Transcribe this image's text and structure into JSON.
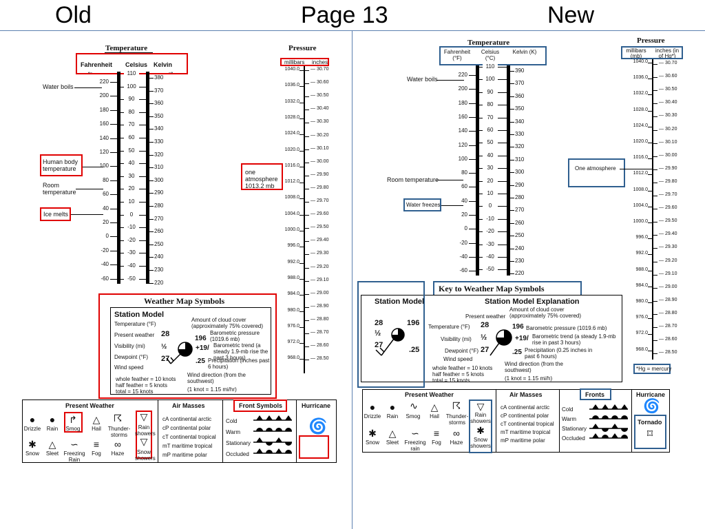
{
  "header": {
    "old": "Old",
    "page": "Page 13",
    "new": "New"
  },
  "old": {
    "temp_title": "Temperature",
    "temp_cols": [
      "Fahrenheit",
      "Celsius",
      "Kelvin"
    ],
    "annotations": {
      "water_boils": "Water boils",
      "body_temp": "Human body temperature",
      "room_temp": "Room temperature",
      "ice_melts": "Ice melts"
    },
    "fahrenheit": [
      "220",
      "200",
      "180",
      "160",
      "140",
      "120",
      "100",
      "80",
      "60",
      "40",
      "20",
      "0",
      "-20",
      "-40",
      "-60"
    ],
    "celsius": [
      "110",
      "100",
      "90",
      "80",
      "70",
      "60",
      "50",
      "40",
      "30",
      "20",
      "10",
      "0",
      "-10",
      "-20",
      "-30",
      "-40",
      "-50"
    ],
    "kelvin": [
      "380",
      "370",
      "360",
      "350",
      "340",
      "330",
      "320",
      "310",
      "300",
      "290",
      "280",
      "270",
      "260",
      "250",
      "240",
      "230",
      "220"
    ],
    "pressure_title": "Pressure",
    "pressure_cols": [
      "millibars",
      "inches"
    ],
    "millibars": [
      "1040.0",
      "1036.0",
      "1032.0",
      "1028.0",
      "1024.0",
      "1020.0",
      "1016.0",
      "1012.0",
      "1008.0",
      "1004.0",
      "1000.0",
      "996.0",
      "992.0",
      "988.0",
      "984.0",
      "980.0",
      "976.0",
      "972.0",
      "968.0"
    ],
    "inches": [
      "30.70",
      "30.60",
      "30.50",
      "30.40",
      "30.30",
      "30.20",
      "30.10",
      "30.00",
      "29.90",
      "29.80",
      "29.70",
      "29.60",
      "29.50",
      "29.40",
      "29.30",
      "29.20",
      "29.10",
      "29.00",
      "28.90",
      "28.80",
      "28.70",
      "28.60",
      "28.50"
    ],
    "atmosphere": "one atmosphere 1013.2 mb",
    "wms_title": "Weather Map Symbols",
    "station_model": "Station Model",
    "sm_left": [
      "Temperature (°F)",
      "Present weather",
      "Visibility (mi)",
      "Dewpoint (°F)",
      "Wind speed"
    ],
    "sm_vals": {
      "t": "28",
      "v": "½",
      "d": "27",
      "p": "196",
      "trend": "+19/",
      "precip": ".25"
    },
    "sm_right": [
      "Amount of cloud cover (approximately 75% covered)",
      "Barometric pressure (1019.6 mb)",
      "Barometric trend (a steady 1.9-mb rise the past 3 hours)",
      "Precipitation (inches past 6 hours)",
      "Wind direction (from the southwest)"
    ],
    "feathers": [
      "whole feather = 10 knots",
      "half feather = 5 knots",
      "total = 15 knots"
    ],
    "knot": "(1 knot = 1.15 mi/hr)",
    "present_weather": "Present Weather",
    "pw_items": [
      "Drizzle",
      "Rain",
      "Smog",
      "Hail",
      "Thunder-storms",
      "Rain showers",
      "Snow",
      "Sleet",
      "Freezing Rain",
      "Fog",
      "Haze",
      "Snow showers"
    ],
    "air_masses": "Air Masses",
    "am_items": [
      "cA  continental arctic",
      "cP  continental polar",
      "cT  continental tropical",
      "mT  maritime tropical",
      "mP  maritime polar"
    ],
    "fronts": "Front Symbols",
    "front_items": [
      "Cold",
      "Warm",
      "Stationary",
      "Occluded"
    ],
    "hurricane": "Hurricane"
  },
  "new": {
    "temp_title": "Temperature",
    "temp_cols": [
      "Fahrenheit (°F)",
      "Celsius (°C)",
      "Kelvin (K)"
    ],
    "annotations": {
      "water_boils": "Water boils",
      "room_temp": "Room temperature",
      "water_freezes": "Water freezes",
      "one_atm": "One atmosphere"
    },
    "fahrenheit": [
      "220",
      "200",
      "180",
      "160",
      "140",
      "120",
      "100",
      "80",
      "60",
      "40",
      "20",
      "0",
      "-20",
      "-40",
      "-60"
    ],
    "celsius": [
      "110",
      "100",
      "90",
      "80",
      "70",
      "60",
      "50",
      "40",
      "30",
      "20",
      "10",
      "0",
      "-10",
      "-20",
      "-30",
      "-40",
      "-50"
    ],
    "kelvin": [
      "390",
      "370",
      "360",
      "350",
      "340",
      "330",
      "320",
      "310",
      "300",
      "290",
      "280",
      "270",
      "260",
      "250",
      "240",
      "230",
      "220"
    ],
    "pressure_title": "Pressure",
    "pressure_cols": [
      "millibars (mb)",
      "inches (in of Hg*)"
    ],
    "millibars": [
      "1040.0",
      "1036.0",
      "1032.0",
      "1028.0",
      "1024.0",
      "1020.0",
      "1016.0",
      "1012.0",
      "1008.0",
      "1004.0",
      "1000.0",
      "996.0",
      "992.0",
      "988.0",
      "984.0",
      "980.0",
      "976.0",
      "972.0",
      "968.0"
    ],
    "inches": [
      "30.70",
      "30.60",
      "30.50",
      "30.40",
      "30.30",
      "30.20",
      "30.10",
      "30.00",
      "29.90",
      "29.80",
      "29.70",
      "29.60",
      "29.50",
      "29.40",
      "29.30",
      "29.20",
      "29.10",
      "29.00",
      "28.90",
      "28.80",
      "28.70",
      "28.60",
      "28.50"
    ],
    "hg_note": "*Hg = mercury",
    "key_title": "Key to Weather Map Symbols",
    "station_model": "Station Model",
    "explanation": "Station Model Explanation",
    "sm_left": [
      "Present weather",
      "Temperature (°F)",
      "Visibility (mi)",
      "Dewpoint (°F)",
      "Wind speed"
    ],
    "sm_vals": {
      "t": "28",
      "v": "½",
      "d": "27",
      "p": "196",
      "trend": "+19/",
      "precip": ".25"
    },
    "sm_right": [
      "Amount of cloud cover (approximately 75% covered)",
      "Barometric pressure (1019.6 mb)",
      "Barometric trend (a steady 1.9-mb rise in past 3 hours)",
      "Precipitation (0.25 inches in past 6 hours)",
      "Wind direction (from the southwest)"
    ],
    "feathers": [
      "whole feather = 10 knots",
      "half feather = 5 knots",
      "total = 15 knots"
    ],
    "knot": "(1 knot = 1.15 mi/h)",
    "present_weather": "Present Weather",
    "pw_items": [
      "Drizzle",
      "Rain",
      "Smog",
      "Hail",
      "Thunder-storms",
      "Rain showers",
      "Snow",
      "Sleet",
      "Freezing rain",
      "Fog",
      "Haze",
      "Snow showers"
    ],
    "air_masses": "Air Masses",
    "am_items": [
      "cA  continental arctic",
      "cP  continental polar",
      "cT  continental tropical",
      "mT  maritime tropical",
      "mP  maritime polar"
    ],
    "fronts": "Fronts",
    "front_items": [
      "Cold",
      "Warm",
      "Stationary",
      "Occluded"
    ],
    "hurricane": "Hurricane",
    "tornado": "Tornado"
  },
  "colors": {
    "old_highlight": "#e00000",
    "new_highlight": "#2f5f8f",
    "divider": "#5b7fb0"
  }
}
